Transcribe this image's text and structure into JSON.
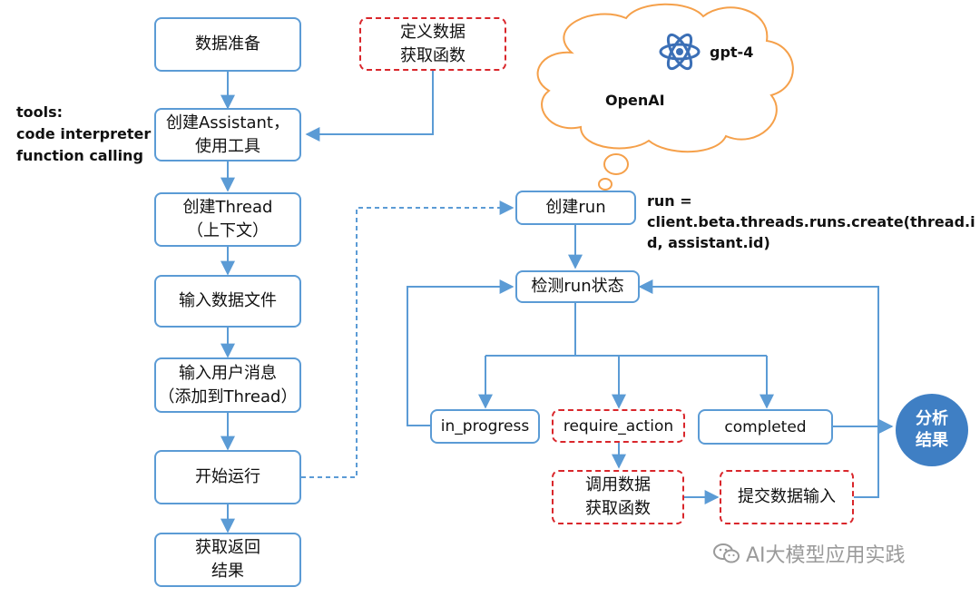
{
  "left_column": {
    "prep": "数据准备",
    "create_assistant": [
      "创建Assistant，",
      "使用工具"
    ],
    "create_thread": [
      "创建Thread",
      "（上下文）"
    ],
    "input_file": "输入数据文件",
    "input_message": [
      "输入用户消息",
      "（添加到Thread）"
    ],
    "start_run": "开始运行",
    "get_result": [
      "获取返回",
      "结果"
    ]
  },
  "define_func": [
    "定义数据",
    "获取函数"
  ],
  "tools_note": [
    "tools:",
    "code interpreter",
    "function calling"
  ],
  "cloud": {
    "provider": "OpenAI",
    "model": "gpt-4"
  },
  "create_run": "创建run",
  "run_code": [
    "run =",
    "client.beta.threads.runs.create(thread.i",
    "d, assistant.id)"
  ],
  "check_status": "检测run状态",
  "states": {
    "in_progress": "in_progress",
    "require_action": "require_action",
    "completed": "completed"
  },
  "call_func": [
    "调用数据",
    "获取函数"
  ],
  "submit_input": "提交数据输入",
  "result_circle": [
    "分析",
    "结果"
  ],
  "watermark": "AI大模型应用实践",
  "colors": {
    "flow_blue": "#5b9bd5",
    "dashed_red": "#d9262b",
    "cloud_orange": "#f5a04a",
    "result_blue": "#3f7fc4",
    "atom_blue": "#3b6fb6"
  }
}
